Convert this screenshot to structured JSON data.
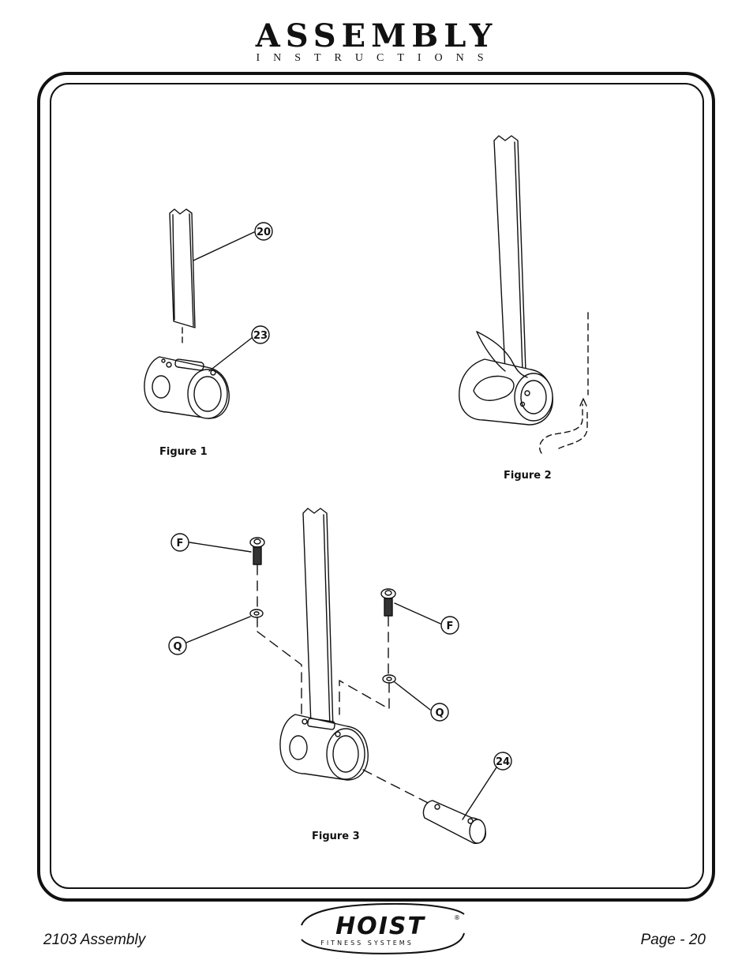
{
  "header": {
    "title": "ASSEMBLY",
    "subtitle": "INSTRUCTIONS"
  },
  "figures": {
    "figure1": {
      "caption": "Figure 1",
      "callouts": [
        "20",
        "23"
      ]
    },
    "figure2": {
      "caption": "Figure 2"
    },
    "figure3": {
      "caption": "Figure 3",
      "callouts": [
        "F",
        "Q",
        "F",
        "Q",
        "24"
      ]
    }
  },
  "footer": {
    "left": "2103 Assembly",
    "right": "Page - 20",
    "logo": {
      "brand": "HOIST",
      "tagline": "FITNESS SYSTEMS"
    }
  }
}
